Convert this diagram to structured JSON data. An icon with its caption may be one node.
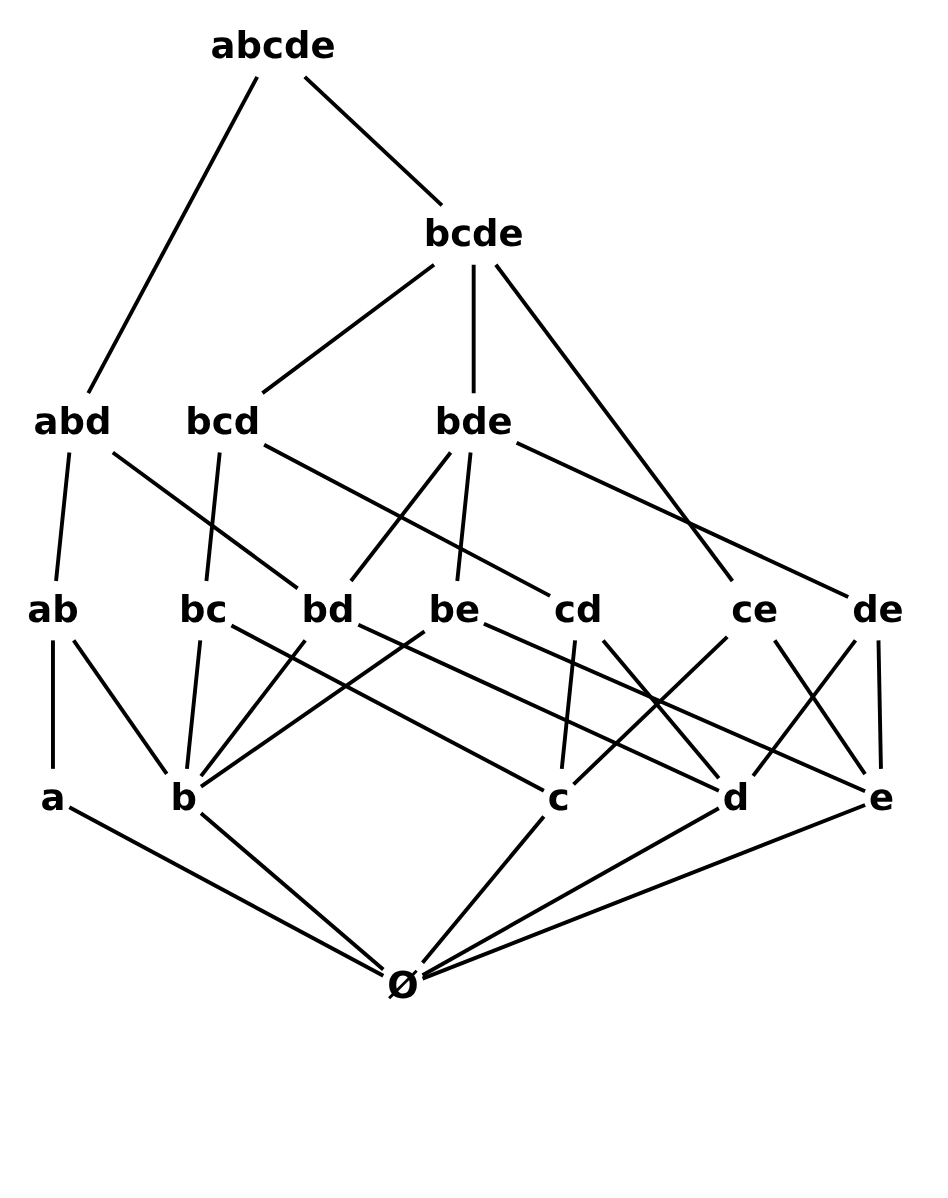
{
  "diagram": {
    "nodes": [
      {
        "text": [
          "abcde"
        ]
      },
      {
        "text": [
          "bcde"
        ]
      },
      {
        "text": [
          "abd"
        ]
      },
      {
        "text": [
          "bcd"
        ]
      },
      {
        "text": [
          "bde"
        ]
      },
      {
        "text": [
          "ab"
        ]
      },
      {
        "text": [
          "bc"
        ]
      },
      {
        "text": [
          "bd"
        ]
      },
      {
        "text": [
          "be"
        ]
      },
      {
        "text": [
          "cd"
        ]
      },
      {
        "text": [
          "ce"
        ]
      },
      {
        "text": [
          "de"
        ]
      },
      {
        "text": [
          "a"
        ]
      },
      {
        "text": [
          "b"
        ]
      },
      {
        "text": [
          "c"
        ]
      },
      {
        "text": [
          "d"
        ]
      },
      {
        "text": [
          "e"
        ]
      },
      {
        "text": [
          "Ø"
        ]
      }
    ],
    "edges": [
      {
        "from": 0,
        "to": 2,
        "arrow": "none"
      },
      {
        "from": 0,
        "to": 1,
        "arrow": "none"
      },
      {
        "from": 1,
        "to": 3,
        "arrow": "none"
      },
      {
        "from": 1,
        "to": 10,
        "arrow": "none"
      },
      {
        "from": 1,
        "to": 4,
        "arrow": "none"
      },
      {
        "from": 2,
        "to": 5,
        "arrow": "none"
      },
      {
        "from": 2,
        "to": 7,
        "arrow": "none"
      },
      {
        "from": 3,
        "to": 6,
        "arrow": "none"
      },
      {
        "from": 3,
        "to": 9,
        "arrow": "none"
      },
      {
        "from": 4,
        "to": 7,
        "arrow": "none"
      },
      {
        "from": 4,
        "to": 8,
        "arrow": "none"
      },
      {
        "from": 4,
        "to": 11,
        "arrow": "none"
      },
      {
        "from": 5,
        "to": 12,
        "arrow": "none"
      },
      {
        "from": 5,
        "to": 13,
        "arrow": "none"
      },
      {
        "from": 6,
        "to": 13,
        "arrow": "none"
      },
      {
        "from": 6,
        "to": 14,
        "arrow": "none"
      },
      {
        "from": 7,
        "to": 13,
        "arrow": "none"
      },
      {
        "from": 7,
        "to": 15,
        "arrow": "none"
      },
      {
        "from": 8,
        "to": 13,
        "arrow": "none"
      },
      {
        "from": 8,
        "to": 16,
        "arrow": "none"
      },
      {
        "from": 9,
        "to": 14,
        "arrow": "none"
      },
      {
        "from": 9,
        "to": 15,
        "arrow": "none"
      },
      {
        "from": 10,
        "to": 14,
        "arrow": "none"
      },
      {
        "from": 10,
        "to": 16,
        "arrow": "none"
      },
      {
        "from": 11,
        "to": 15,
        "arrow": "none"
      },
      {
        "from": 11,
        "to": 16,
        "arrow": "none"
      },
      {
        "from": 12,
        "to": 17,
        "arrow": "none"
      },
      {
        "from": 13,
        "to": 17,
        "arrow": "none"
      },
      {
        "from": 14,
        "to": 17,
        "arrow": "none"
      },
      {
        "from": 15,
        "to": 17,
        "arrow": "none"
      },
      {
        "from": 16,
        "to": 17,
        "arrow": "none"
      }
    ]
  }
}
